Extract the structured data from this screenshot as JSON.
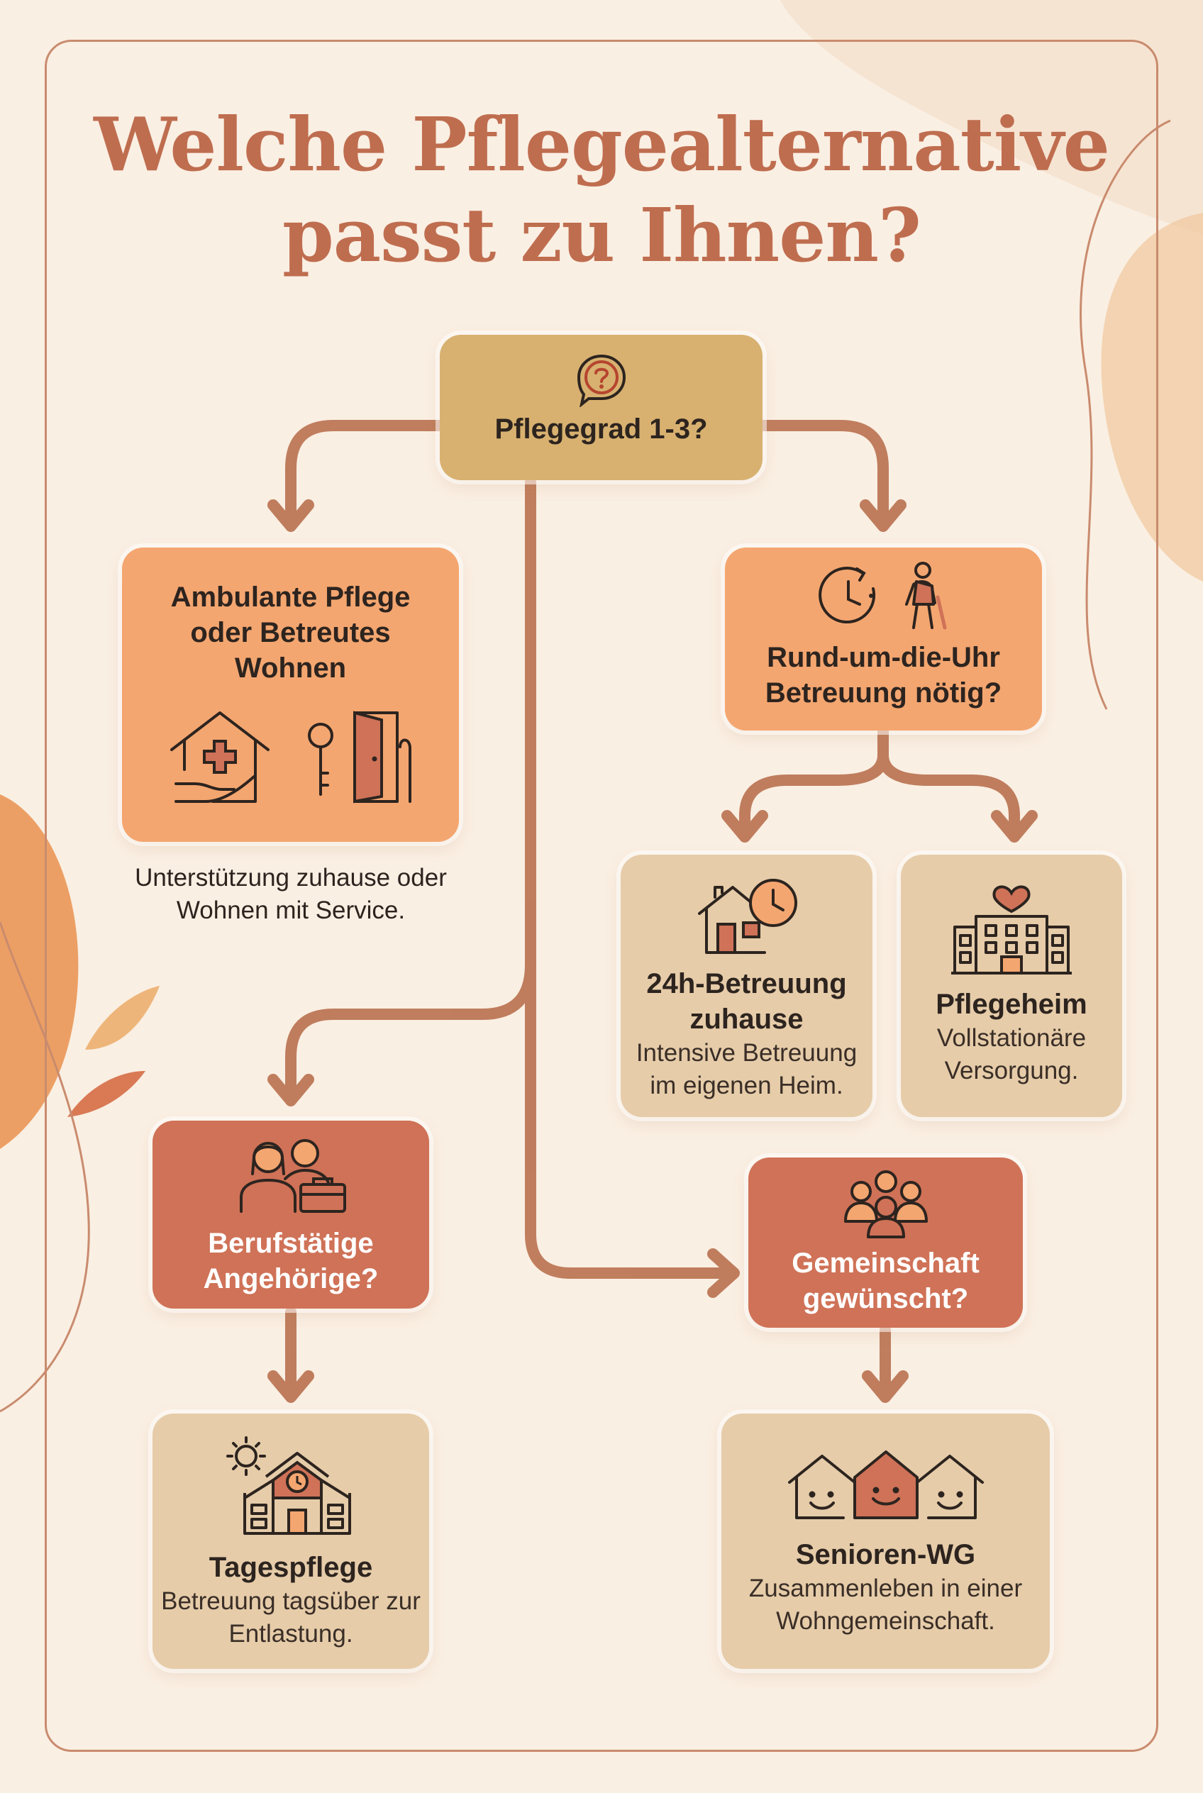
{
  "title": {
    "line1": "Welche Pflegealternative",
    "line2": "passt zu Ihnen?"
  },
  "colors": {
    "background": "#faefe3",
    "title": "#bf6d4f",
    "connector": "#b9714f",
    "gold": "#d8b170",
    "orange": "#f4a670",
    "beige": "#e6cca9",
    "terracotta": "#cf7257"
  },
  "nodes": {
    "start": {
      "label": "Pflegegrad 1-3?",
      "icon": "question-bubble-icon"
    },
    "ambulant": {
      "title": "Ambulante Pflege oder Betreutes Wohnen",
      "caption": "Unterstützung zuhause oder Wohnen mit Service.",
      "icons": [
        "house-care-hand-icon",
        "key-door-cane-icon"
      ]
    },
    "round_clock": {
      "label": "Rund-um-die-Uhr Betreuung nötig?",
      "icons": [
        "clock-icon",
        "elderly-person-cane-icon"
      ]
    },
    "care_24h": {
      "title": "24h-Betreuung zuhause",
      "desc": "Intensive Betreuung im eigenen Heim.",
      "icon": "house-clock-icon"
    },
    "nursing_home": {
      "title": "Pflegeheim",
      "desc": "Vollstationäre Versorgung.",
      "icon": "building-heart-icon"
    },
    "working_relatives": {
      "label": "Berufstätige Angehörige?",
      "icon": "people-briefcase-icon"
    },
    "day_care": {
      "title": "Tagespflege",
      "desc": "Betreuung tagsüber zur Entlastung.",
      "icon": "sun-building-clock-icon"
    },
    "community": {
      "label": "Gemeinschaft gewünscht?",
      "icon": "group-icon"
    },
    "senior_wg": {
      "title": "Senioren-WG",
      "desc": "Zusammenleben in einer Wohngemeinschaft.",
      "icon": "smiling-houses-icon"
    }
  }
}
